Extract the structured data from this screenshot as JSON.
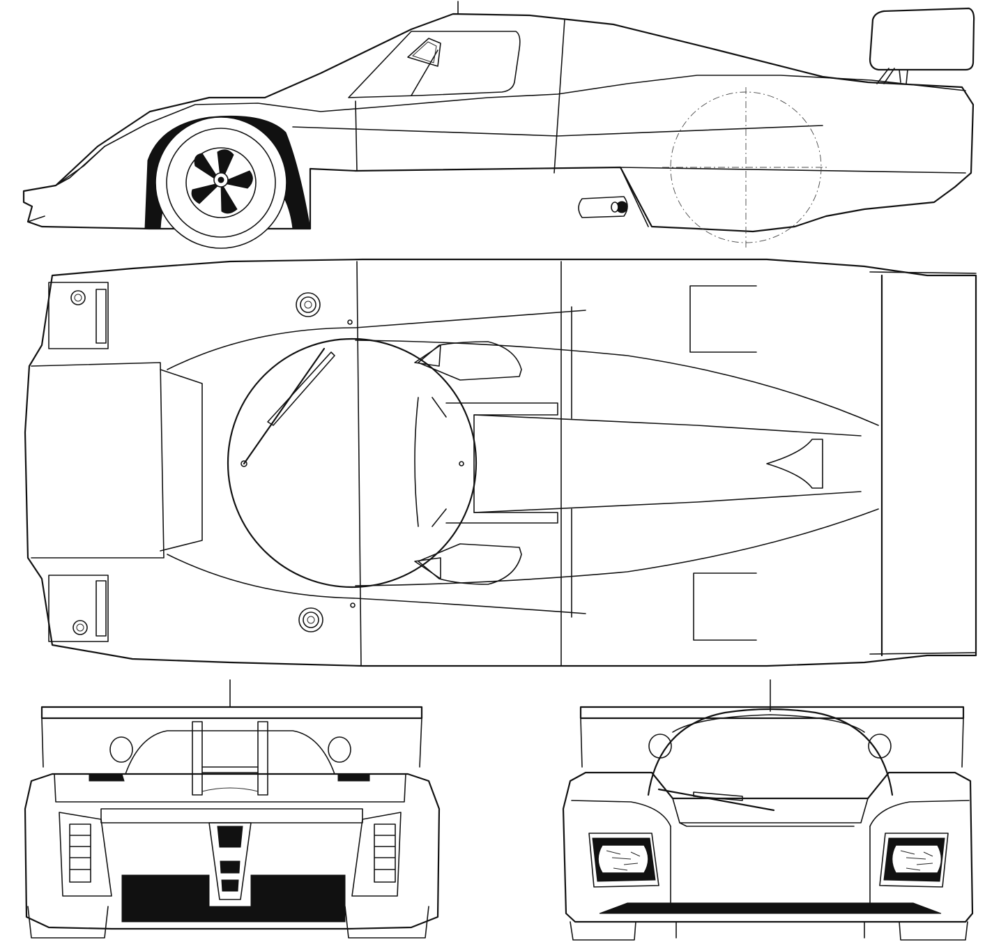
{
  "drawing": {
    "views": [
      "side-view",
      "top-view",
      "rear-view",
      "front-view"
    ]
  }
}
